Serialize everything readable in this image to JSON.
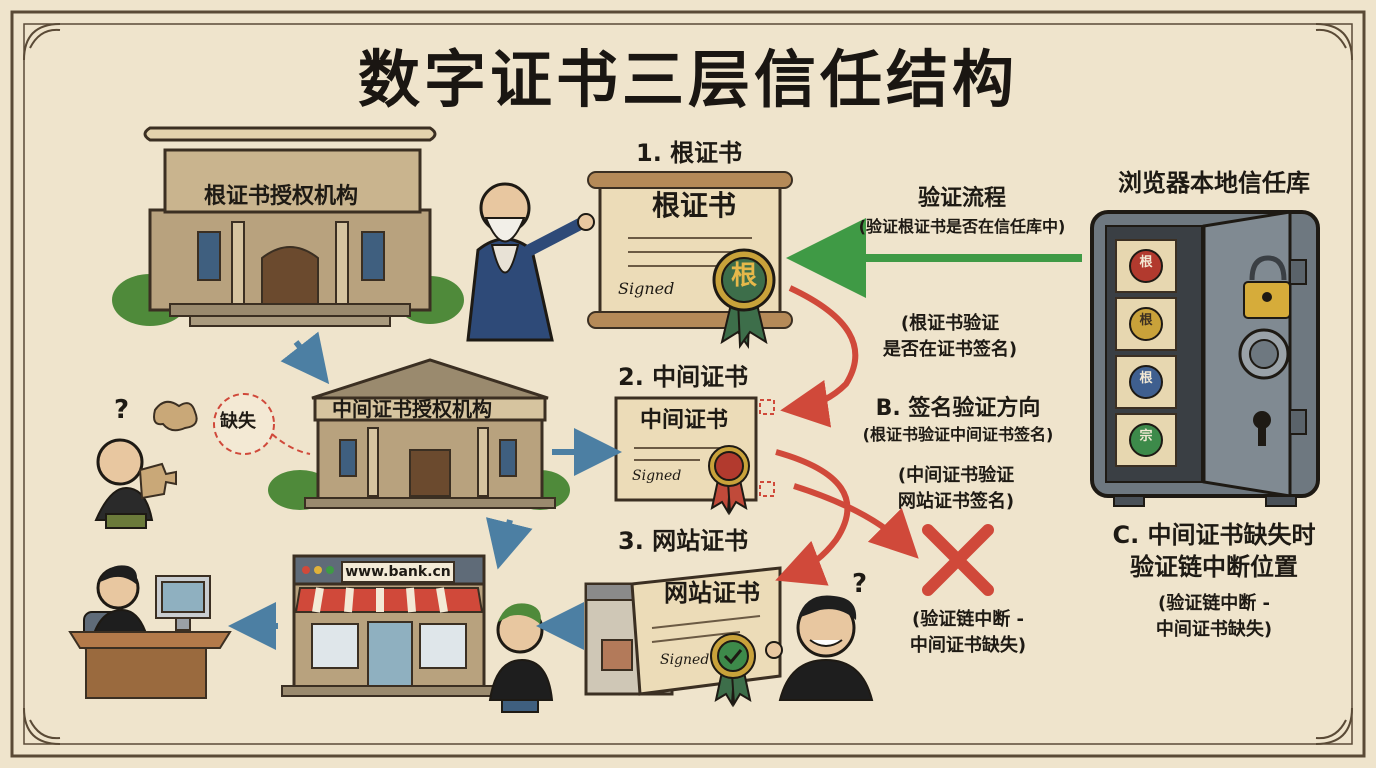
{
  "title": "数字证书三层信任结构",
  "root_ca": {
    "label": "根证书授权机构"
  },
  "intermediate_ca": {
    "label": "中间证书授权机构",
    "missing_label": "缺失"
  },
  "root_cert": {
    "heading": "1. 根证书",
    "label": "根证书",
    "seal": "根",
    "signature": "Signed"
  },
  "intermediate_cert": {
    "heading": "2. 中间证书",
    "label": "中间证书",
    "signature": "Signed"
  },
  "website_cert": {
    "heading": "3. 网站证书",
    "label": "网站证书",
    "signature": "Signed"
  },
  "website": {
    "url": "www.bank.cn"
  },
  "trust_store": {
    "title": "浏览器本地信任库",
    "seals": [
      "根",
      "根",
      "根",
      "宗"
    ]
  },
  "verification": {
    "label": "验证流程",
    "note": "(验证根证书是否在信任库中)"
  },
  "root_check": {
    "line1": "(根证书验证",
    "line2": "是否在证书签名)"
  },
  "section_b": {
    "title": "B. 签名验证方向",
    "note": "(根证书验证中间证书签名)"
  },
  "inter_check": {
    "line1": "(中间证书验证",
    "line2": "网站证书签名)"
  },
  "chain_break": {
    "line1": "(验证链中断 -",
    "line2": "中间证书缺失)"
  },
  "section_c": {
    "title_line1": "C. 中间证书缺失时",
    "title_line2": "验证链中断位置",
    "note_line1": "(验证链中断 -",
    "note_line2": "中间证书缺失)"
  },
  "colors": {
    "paper": "#efe4cc",
    "ink": "#1e1a14",
    "green_arrow": "#3f9a45",
    "red_arrow": "#d0493a",
    "blue_arrow": "#4c7fa3",
    "steel": "#7d8790"
  }
}
